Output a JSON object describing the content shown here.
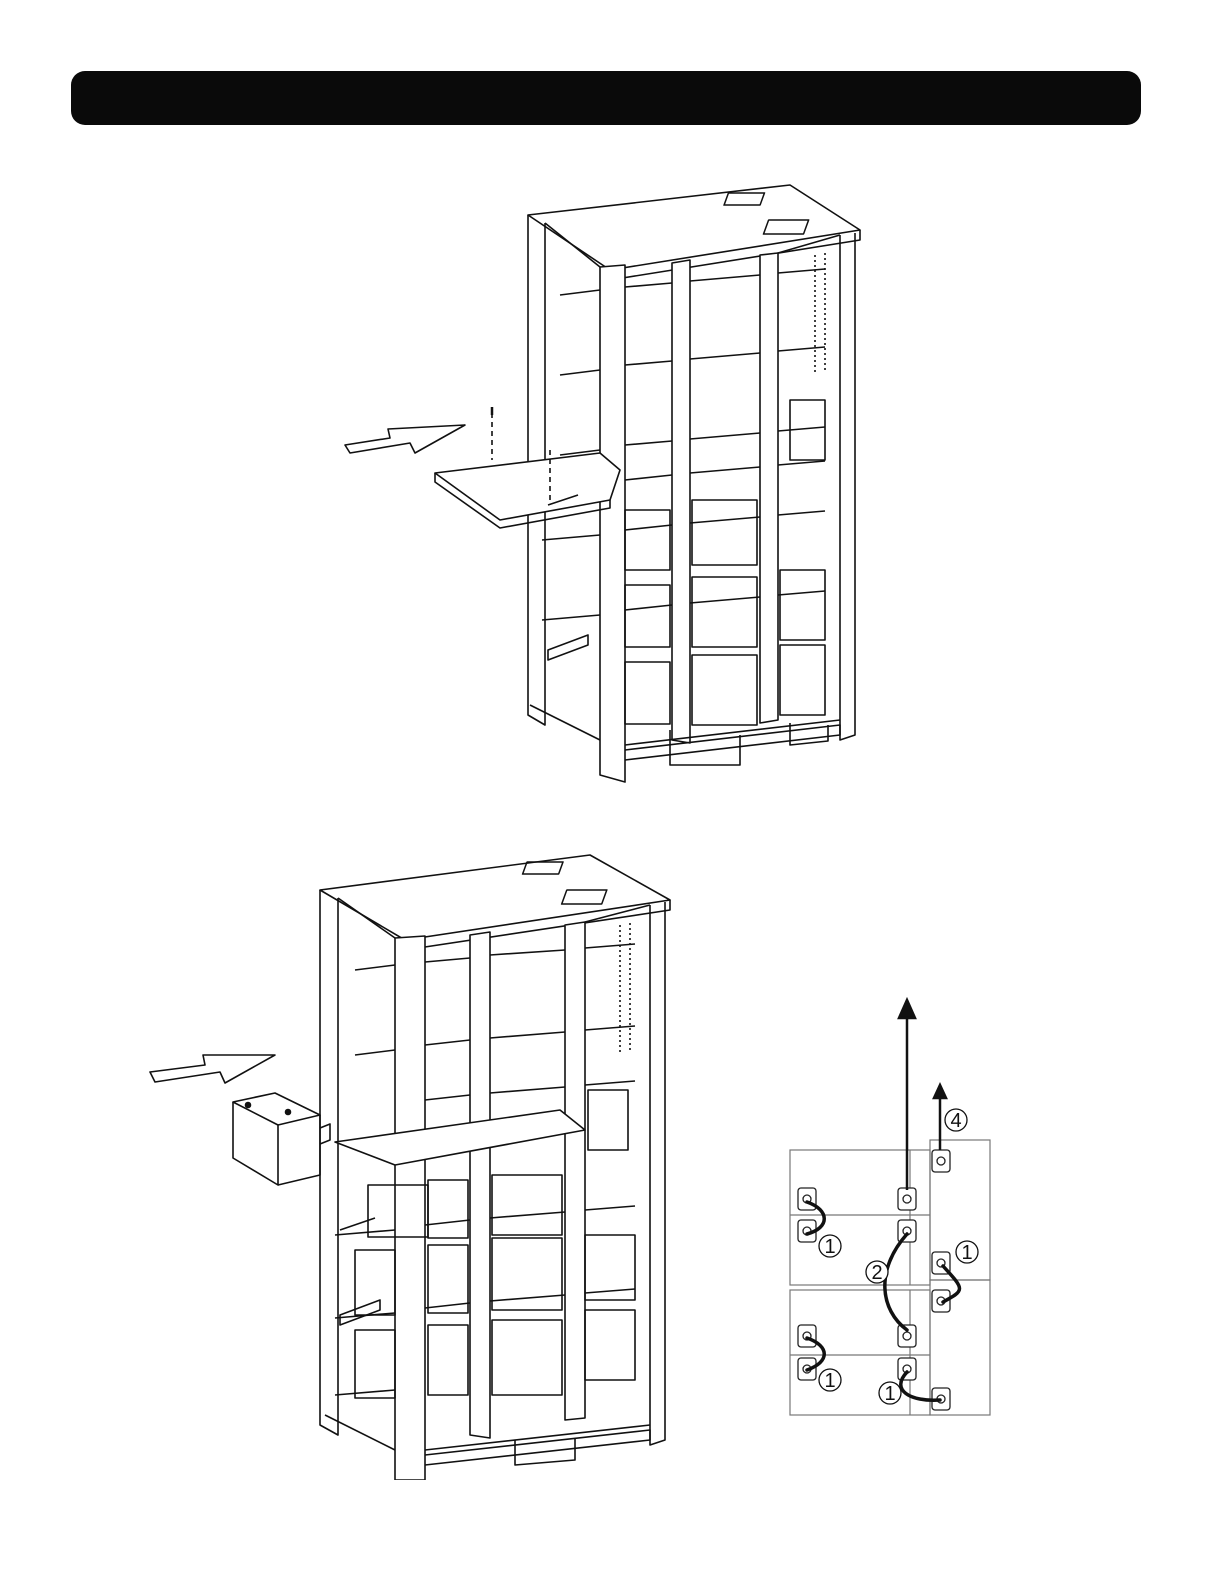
{
  "header": {
    "color": "#0a0a0a",
    "text": ""
  },
  "figures": {
    "top": {
      "name": "cabinet-with-shelf-insertion",
      "arrow": "insert-arrow-icon"
    },
    "bottom": {
      "name": "cabinet-with-battery-insertion",
      "arrow": "insert-arrow-icon"
    },
    "wiring": {
      "name": "battery-wiring-detail",
      "callouts": [
        {
          "id": "c1a",
          "label": "1"
        },
        {
          "id": "c1b",
          "label": "1"
        },
        {
          "id": "c1c",
          "label": "1"
        },
        {
          "id": "c1d",
          "label": "1"
        },
        {
          "id": "c2",
          "label": "2"
        },
        {
          "id": "c4",
          "label": "4"
        }
      ]
    }
  }
}
